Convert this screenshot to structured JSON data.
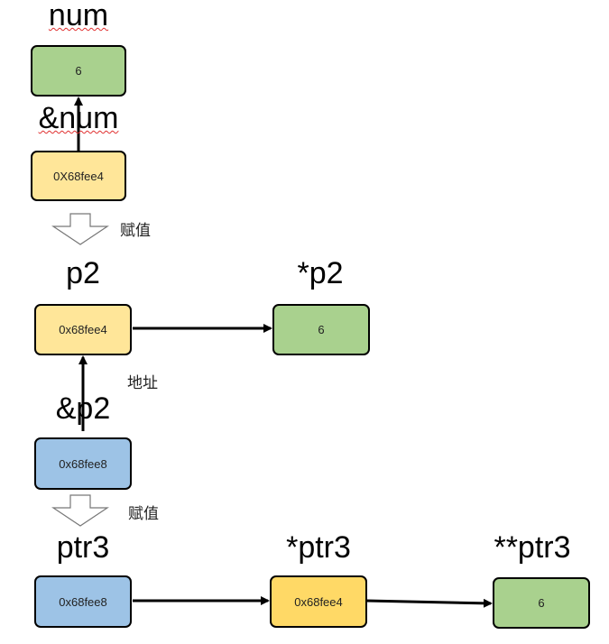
{
  "nodes": {
    "num": {
      "label": "num",
      "value": "6"
    },
    "addr_num": {
      "label": "&num",
      "value": "0X68fee4"
    },
    "p2": {
      "label": "p2",
      "value": "0x68fee4"
    },
    "deref_p2": {
      "label": "*p2",
      "value": "6"
    },
    "addr_p2": {
      "label": "&p2",
      "value": "0x68fee8"
    },
    "ptr3": {
      "label": "ptr3",
      "value": "0x68fee8"
    },
    "deref_ptr3": {
      "label": "*ptr3",
      "value": "0x68fee4"
    },
    "dderef_ptr3": {
      "label": "**ptr3",
      "value": "6"
    }
  },
  "annotations": {
    "assign_1": "赋值",
    "address": "地址",
    "assign_2": "赋值"
  },
  "colors": {
    "value_box": "#a9d18e",
    "address_box": "#ffe699",
    "pointer_box": "#9dc3e6",
    "deref_box": "#ffd966"
  }
}
